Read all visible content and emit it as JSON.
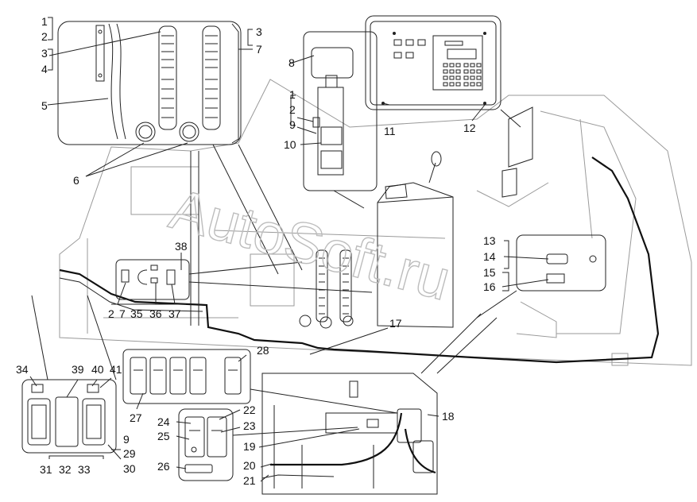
{
  "watermark": "AutoSoft.ru",
  "callouts": {
    "c1a": "1",
    "c2a": "2",
    "c3a": "3",
    "c4": "4",
    "c5": "5",
    "c6": "6",
    "c3b": "3",
    "c7a": "7",
    "c8": "8",
    "c1b": "1",
    "c2b": "2",
    "c9a": "9",
    "c10": "10",
    "c11": "11",
    "c12": "12",
    "c13": "13",
    "c14": "14",
    "c15": "15",
    "c16": "16",
    "c17": "17",
    "c18": "18",
    "c19": "19",
    "c20": "20",
    "c21": "21",
    "c22": "22",
    "c23": "23",
    "c24": "24",
    "c25": "25",
    "c26": "26",
    "c27": "27",
    "c28": "28",
    "c29": "29",
    "c30": "30",
    "c31": "31",
    "c32": "32",
    "c33": "33",
    "c34": "34",
    "c38": "38",
    "c39": "39",
    "c40": "40",
    "c41": "41",
    "c9b": "9",
    "r2": "2",
    "r7": "7",
    "r35": "35",
    "r36": "36",
    "r37": "37"
  }
}
